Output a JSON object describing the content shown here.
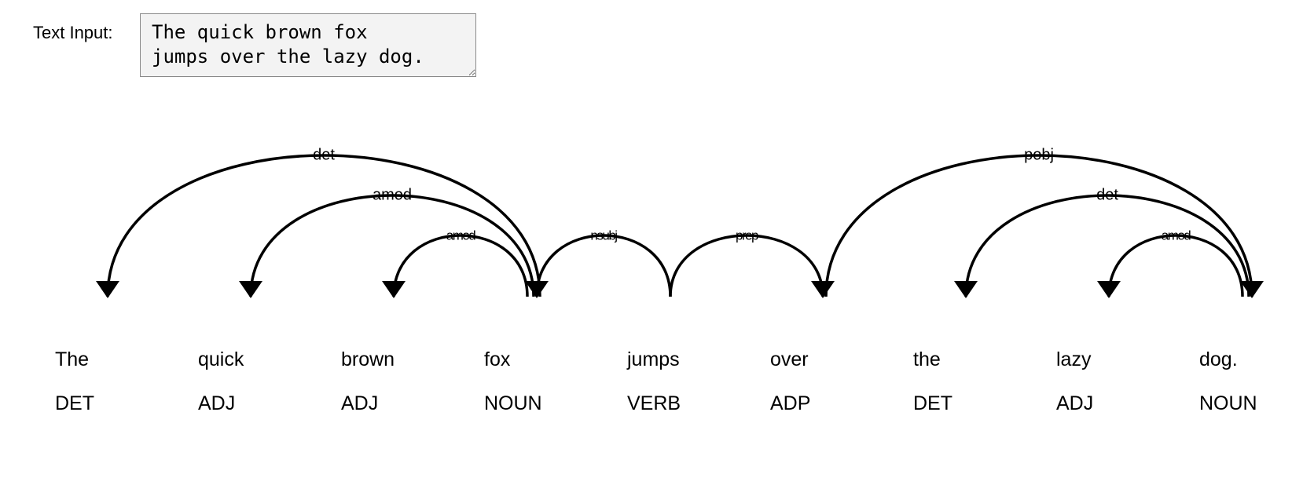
{
  "input": {
    "label": "Text Input:",
    "value": "The quick brown fox\njumps over the lazy dog."
  },
  "parse": {
    "words": [
      {
        "text": "The",
        "tag": "DET"
      },
      {
        "text": "quick",
        "tag": "ADJ"
      },
      {
        "text": "brown",
        "tag": "ADJ"
      },
      {
        "text": "fox",
        "tag": "NOUN"
      },
      {
        "text": "jumps",
        "tag": "VERB"
      },
      {
        "text": "over",
        "tag": "ADP"
      },
      {
        "text": "the",
        "tag": "DET"
      },
      {
        "text": "lazy",
        "tag": "ADJ"
      },
      {
        "text": "dog.",
        "tag": "NOUN"
      }
    ],
    "arcs": [
      {
        "head": 3,
        "dep": 0,
        "label": "det"
      },
      {
        "head": 3,
        "dep": 1,
        "label": "amod"
      },
      {
        "head": 3,
        "dep": 2,
        "label": "amod"
      },
      {
        "head": 4,
        "dep": 3,
        "label": "nsubj"
      },
      {
        "head": 4,
        "dep": 5,
        "label": "prep"
      },
      {
        "head": 5,
        "dep": 8,
        "label": "pobj"
      },
      {
        "head": 8,
        "dep": 6,
        "label": "det"
      },
      {
        "head": 8,
        "dep": 7,
        "label": "amod"
      }
    ]
  }
}
